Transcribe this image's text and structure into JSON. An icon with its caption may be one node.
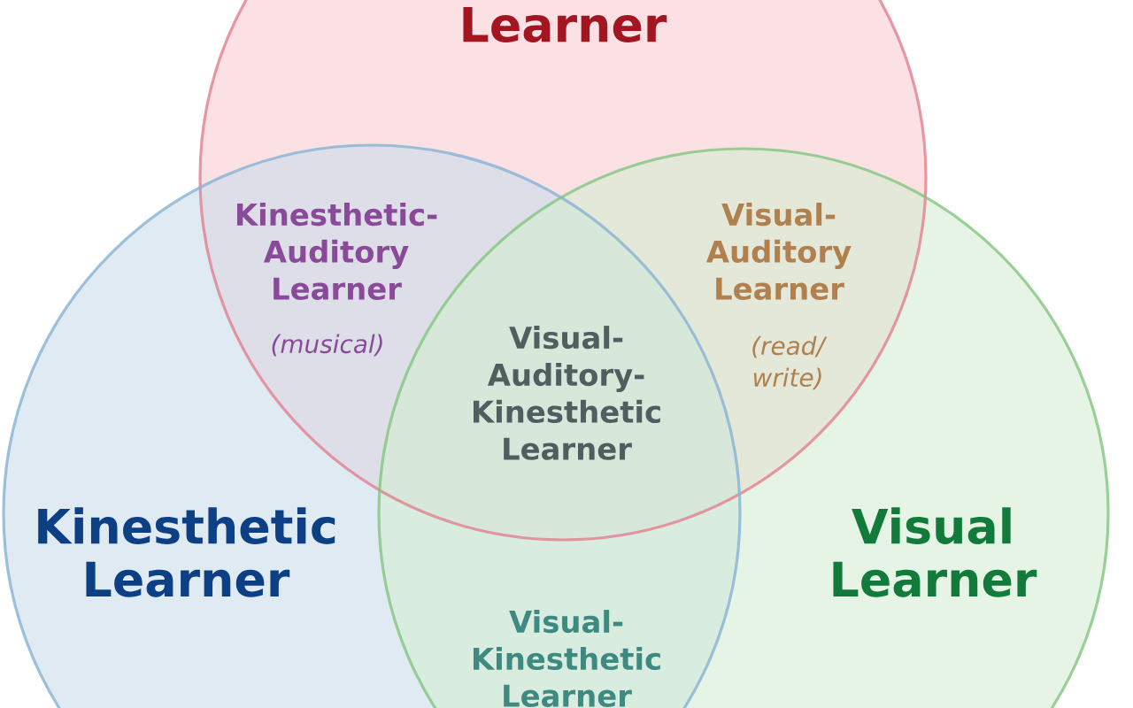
{
  "diagram": {
    "nodes": [
      {
        "text": [
          "Learner"
        ]
      },
      {
        "text": [
          "Kinesthetic Learner"
        ]
      },
      {
        "text": [
          "Visual Learner"
        ]
      }
    ],
    "labels": [
      "Kinesthetic-Auditory Learner",
      "(musical)",
      "Visual-Auditory Learner",
      "(read/ write)",
      "Visual-Auditory-Kinesthetic Learner",
      "Visual-Kinesthetic Learner"
    ]
  }
}
